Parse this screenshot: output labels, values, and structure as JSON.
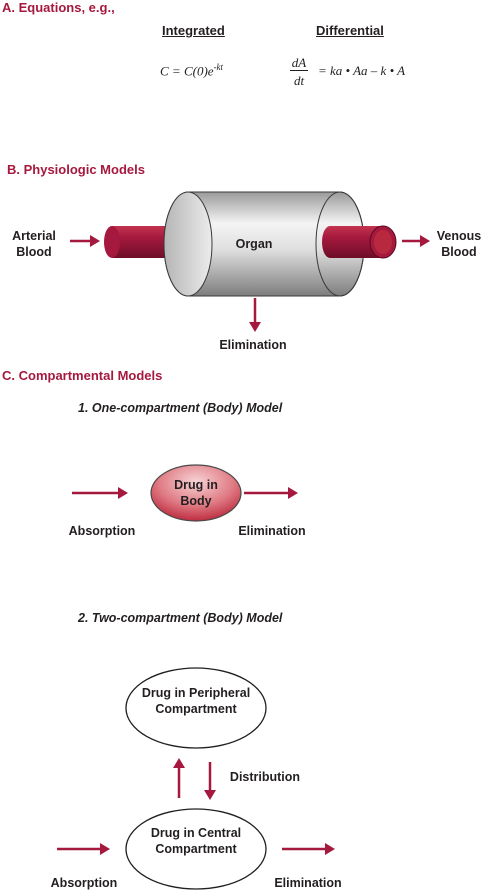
{
  "sections": {
    "a_title": "A. Equations, e.g.,",
    "b_title": "B. Physiologic Models",
    "c_title": "C. Compartmental Models"
  },
  "equations": {
    "integrated_header": "Integrated",
    "differential_header": "Differential",
    "integrated_base": "C = C(0)e",
    "integrated_exp": "-kt",
    "diff_num": "dA",
    "diff_den": "dt",
    "diff_rhs": "= ka • Aa – k • A"
  },
  "physiologic": {
    "arterial_blood": "Arterial Blood",
    "organ": "Organ",
    "venous_blood": "Venous Blood",
    "elimination": "Elimination"
  },
  "one_compartment": {
    "title": "1.  One-compartment (Body) Model",
    "node": "Drug in Body",
    "absorption": "Absorption",
    "elimination": "Elimination"
  },
  "two_compartment": {
    "title": "2.  Two-compartment (Body) Model",
    "peripheral": "Drug in Peripheral Compartment",
    "central": "Drug in Central Compartment",
    "distribution": "Distribution",
    "absorption": "Absorption",
    "elimination": "Elimination"
  },
  "colors": {
    "accent": "#a6193e",
    "tube": "#a6193e",
    "cylinder_light": "#f2f2f2",
    "cylinder_dark": "#8c8c8c",
    "node_fill_top": "#f4c9cc",
    "node_fill_bottom": "#c9313e"
  }
}
